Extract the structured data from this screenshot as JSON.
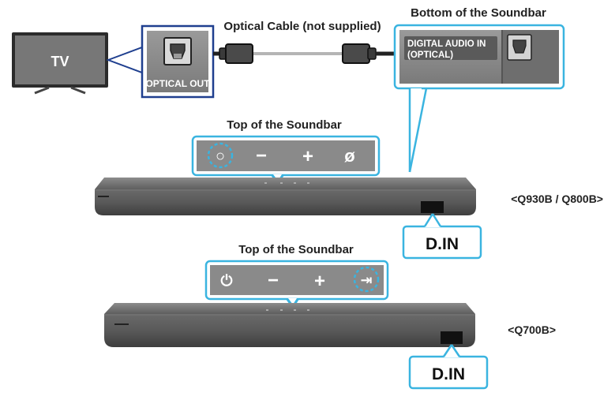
{
  "tv": {
    "label": "TV"
  },
  "tv_port": {
    "label": "OPTICAL OUT"
  },
  "cable": {
    "label": "Optical Cable (not supplied)"
  },
  "bottom": {
    "title": "Bottom of the Soundbar",
    "port_label_line1": "DIGITAL AUDIO IN",
    "port_label_line2": "(OPTICAL)"
  },
  "soundbar1": {
    "top_title": "Top of the Soundbar",
    "model": "<Q930B / Q800B>",
    "din": "D.IN",
    "buttons": [
      {
        "icon": "power-icon",
        "glyph": "○"
      },
      {
        "icon": "volume-down-icon",
        "glyph": "−"
      },
      {
        "icon": "volume-up-icon",
        "glyph": "+"
      },
      {
        "icon": "mute-icon",
        "glyph": "ø"
      }
    ]
  },
  "soundbar2": {
    "top_title": "Top of the Soundbar",
    "model": "<Q700B>",
    "din": "D.IN",
    "buttons": [
      {
        "icon": "power-icon",
        "glyph": "⏻"
      },
      {
        "icon": "volume-down-icon",
        "glyph": "−"
      },
      {
        "icon": "volume-up-icon",
        "glyph": "+"
      },
      {
        "icon": "source-icon",
        "glyph": "⇥"
      }
    ]
  },
  "colors": {
    "accent": "#3ab4e0",
    "tv_port_border": "#1f3f8f",
    "panel": "#8a8a8a",
    "bar_body": "#5a5a5a"
  }
}
